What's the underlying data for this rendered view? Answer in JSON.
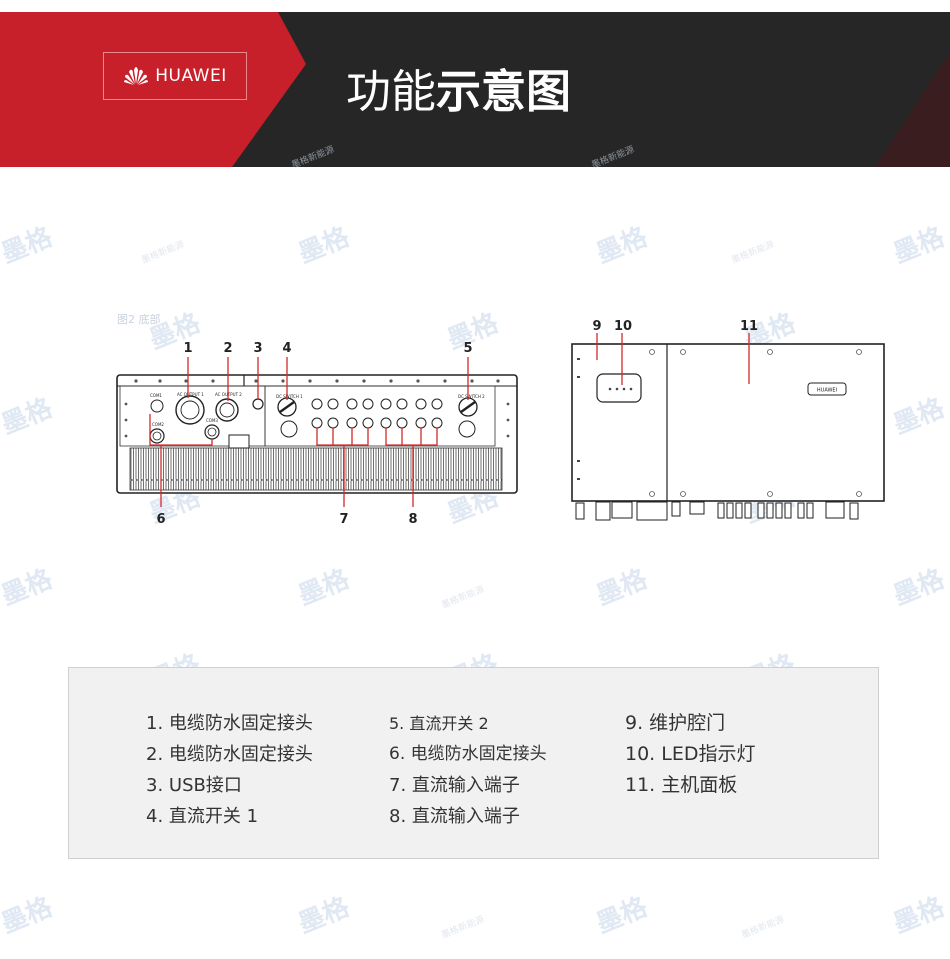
{
  "header": {
    "brand": "HUAWEI",
    "title_light": "功能",
    "title_bold": "示意图"
  },
  "watermark": {
    "mark": "墨格",
    "sub": "墨格新能源"
  },
  "figure": {
    "caption": "图2 底部",
    "left_callouts": [
      "1",
      "2",
      "3",
      "4",
      "5",
      "6",
      "7",
      "8"
    ],
    "right_callouts": [
      "9",
      "10",
      "11"
    ],
    "left_labels": [
      "AC OUTPUT 1",
      "AC OUTPUT 2",
      "DC SWITCH 1",
      "DC SWITCH 2",
      "COM1",
      "COM2",
      "COM3"
    ],
    "panel_badge": "HUAWEI"
  },
  "legend": {
    "col1": [
      "1. 电缆防水固定接头",
      "2. 电缆防水固定接头",
      "3. USB接口",
      "4. 直流开关 1"
    ],
    "col2": [
      "5. 直流开关 2",
      "6. 电缆防水固定接头",
      "7. 直流输入端子",
      "8. 直流输入端子"
    ],
    "col3": [
      "9. 维护腔门",
      "10. LED指示灯",
      "11. 主机面板"
    ]
  },
  "colors": {
    "brand_red": "#c8202a",
    "banner_dark": "#262626",
    "callout_red": "#d42a2a",
    "panel_bg": "#f1f1f1"
  }
}
